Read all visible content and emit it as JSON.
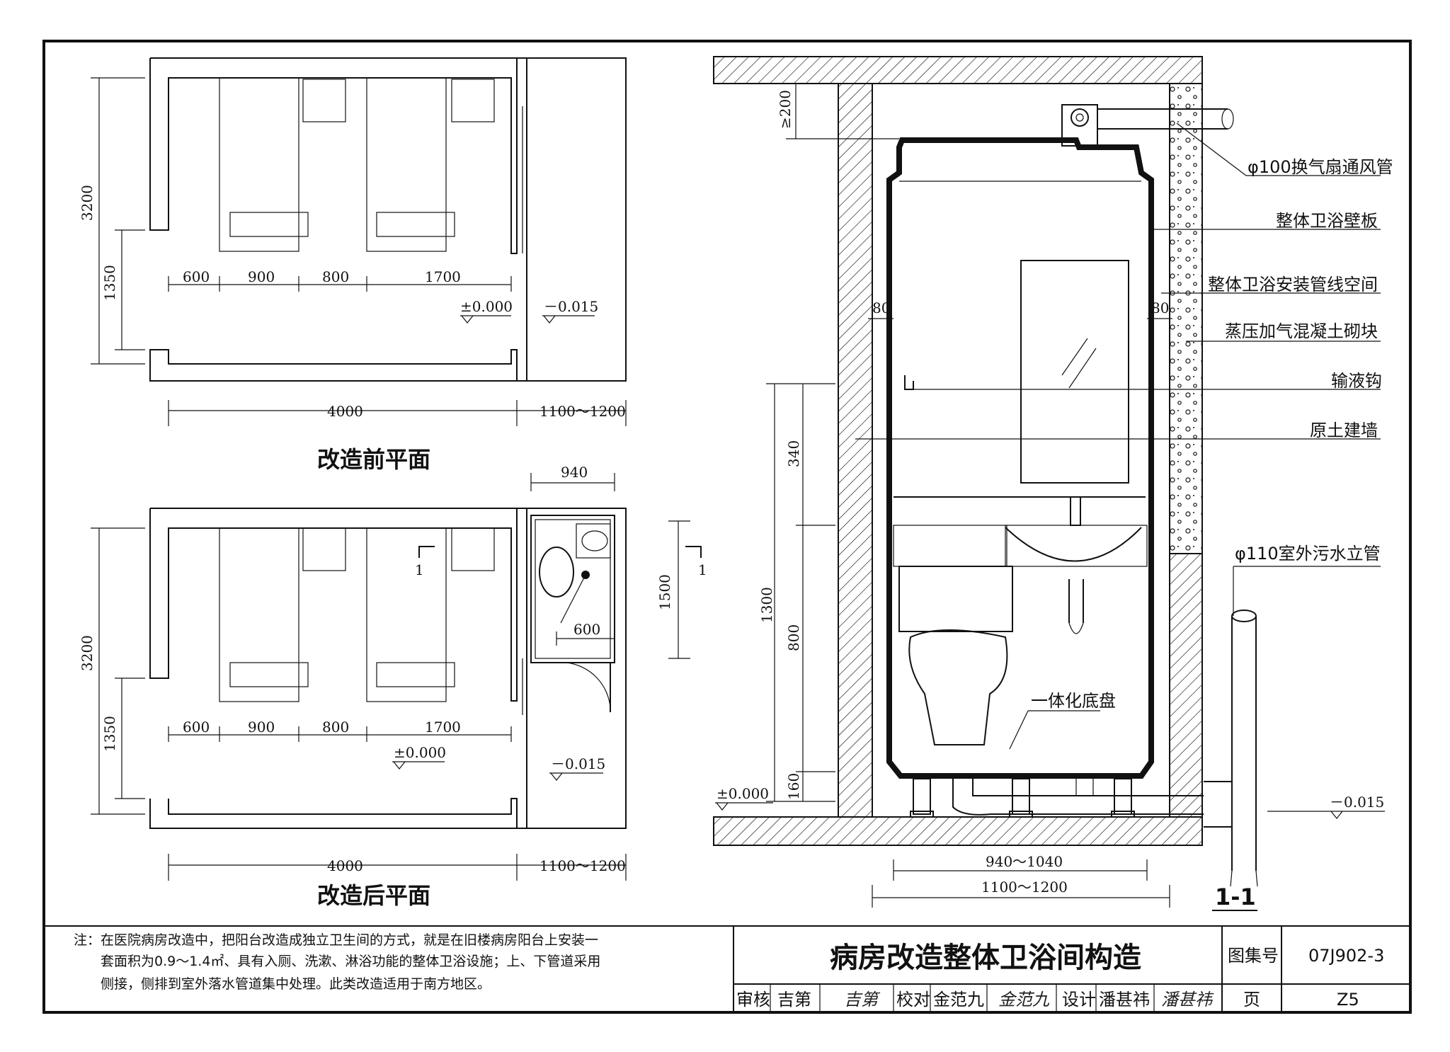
{
  "plan_before": {
    "title": "改造前平面",
    "dims_vertical": [
      "3200",
      "1350"
    ],
    "dims_bottom_row": [
      "600",
      "900",
      "800",
      "1700"
    ],
    "dims_overall": [
      "4000",
      "1100～1200"
    ],
    "level_room": "±0.000",
    "level_balcony": "－0.015"
  },
  "plan_after": {
    "title": "改造后平面",
    "dims_vertical": [
      "3200",
      "1350"
    ],
    "dims_bottom_row": [
      "600",
      "900",
      "800",
      "1700"
    ],
    "dims_overall": [
      "4000",
      "1100～1200"
    ],
    "dim_bath_width": "940",
    "dim_bath_depth": "1500",
    "dim_bath_inner": "600",
    "section_mark_left": "1",
    "section_mark_right": "1",
    "level_room": "±0.000",
    "level_balcony": "－0.015"
  },
  "section": {
    "title": "1-1",
    "dim_top": "≥200",
    "dim_panel_left": "80",
    "dim_panel_right": "80",
    "dims_vertical": [
      "1300",
      "340",
      "800",
      "160"
    ],
    "dims_bottom": [
      "940～1040",
      "1100～1200"
    ],
    "level_left": "±0.000",
    "level_right": "－0.015",
    "base_label": "一体化底盘",
    "callouts": [
      "φ100换气扇通风管",
      "整体卫浴壁板",
      "整体卫浴安装管线空间",
      "蒸压加气混凝土砌块",
      "输液钩",
      "原土建墙",
      "φ110室外污水立管"
    ]
  },
  "note": {
    "lines": [
      "注：在医院病房改造中，把阳台改造成独立卫生间的方式，就是在旧楼病房阳台上安装一",
      "套面积为0.9～1.4㎡、具有入厕、洗漱、淋浴功能的整体卫浴设施；上、下管道采用",
      "侧接，侧排到室外落水管道集中处理。此类改造适用于南方地区。"
    ]
  },
  "title_block": {
    "drawing_title": "病房改造整体卫浴间构造",
    "atlas_label": "图集号",
    "atlas_no": "07J902-3",
    "review_label": "审核",
    "reviewer": "吉第",
    "check_label": "校对",
    "checker": "金范九",
    "design_label": "设计",
    "designer": "潘甚祎",
    "page_label": "页",
    "page_no": "Z5"
  }
}
